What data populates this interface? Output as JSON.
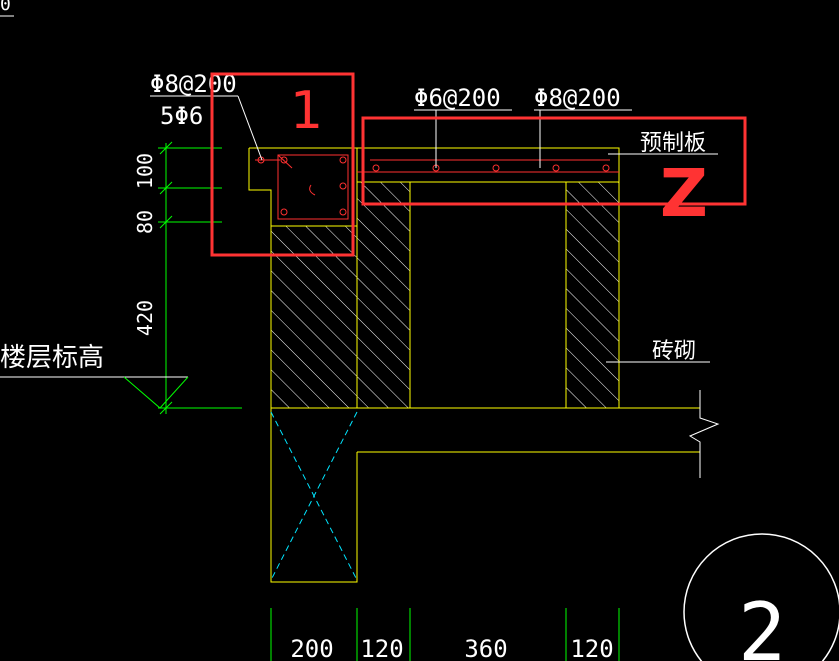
{
  "drawing": {
    "corner_text": "0",
    "labels": {
      "rebar_top_a": "Φ8@200",
      "rebar_top_b": "5Φ6",
      "slab_rebar_1": "Φ6@200",
      "slab_rebar_2": "Φ8@200",
      "precast_slab": "预制板",
      "masonry": "砖砌",
      "floor_level": "楼层标高"
    },
    "vertical_dims": [
      "100",
      "80",
      "420"
    ],
    "horizontal_dims": [
      "200",
      "120",
      "360",
      "120"
    ],
    "markups": {
      "box1_label": "1",
      "box2_label": "Z"
    },
    "detail_number": "2",
    "colors": {
      "background": "#000000",
      "outline": "#ffff00",
      "dimension": "#00ff00",
      "markup": "#ff3333",
      "centerline": "#00e5ff",
      "text": "#ffffff",
      "rebar": "#ff3030"
    }
  }
}
